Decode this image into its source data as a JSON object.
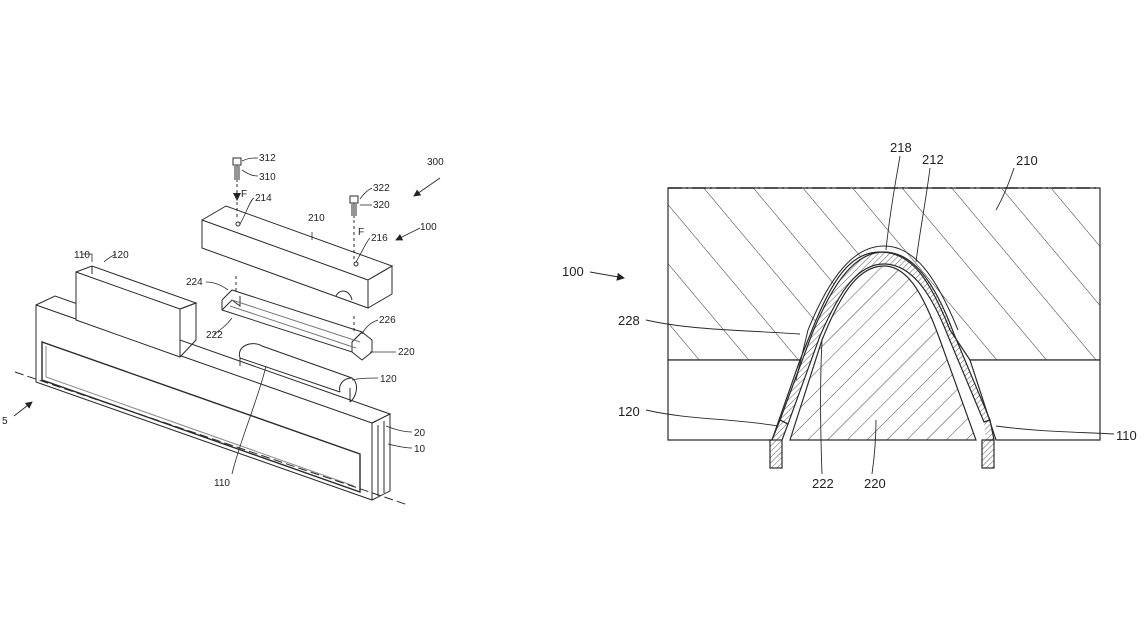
{
  "colors": {
    "ink": "#2b2b2b",
    "light_ink": "#6a6a6a",
    "background": "#ffffff"
  },
  "left_figure": {
    "labels": {
      "n312": "312",
      "n310": "310",
      "n300": "300",
      "n322": "322",
      "n320": "320",
      "n214": "214",
      "f1": "F",
      "n210": "210",
      "n216": "216",
      "f2": "F",
      "n100": "100",
      "n110": "110",
      "n120": "120",
      "n224": "224",
      "n222": "222",
      "n226": "226",
      "n220": "220",
      "n120b": "120",
      "n5": "5",
      "n20": "20",
      "n10": "10",
      "n110b": "110"
    }
  },
  "right_figure": {
    "labels": {
      "n218": "218",
      "n212": "212",
      "n210": "210",
      "n100": "100",
      "n228": "228",
      "n120": "120",
      "n110": "110",
      "n222": "222",
      "n220": "220"
    }
  }
}
